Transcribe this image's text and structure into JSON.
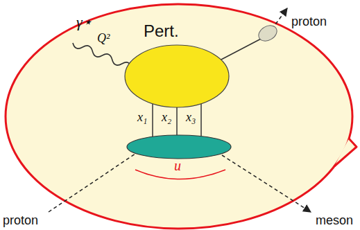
{
  "diagram": {
    "labels": [
      "γ⋆",
      "Pert.",
      "proton",
      "Q²",
      "x₁",
      "x₂",
      "x₃",
      "proton",
      "u",
      "meson"
    ]
  }
}
